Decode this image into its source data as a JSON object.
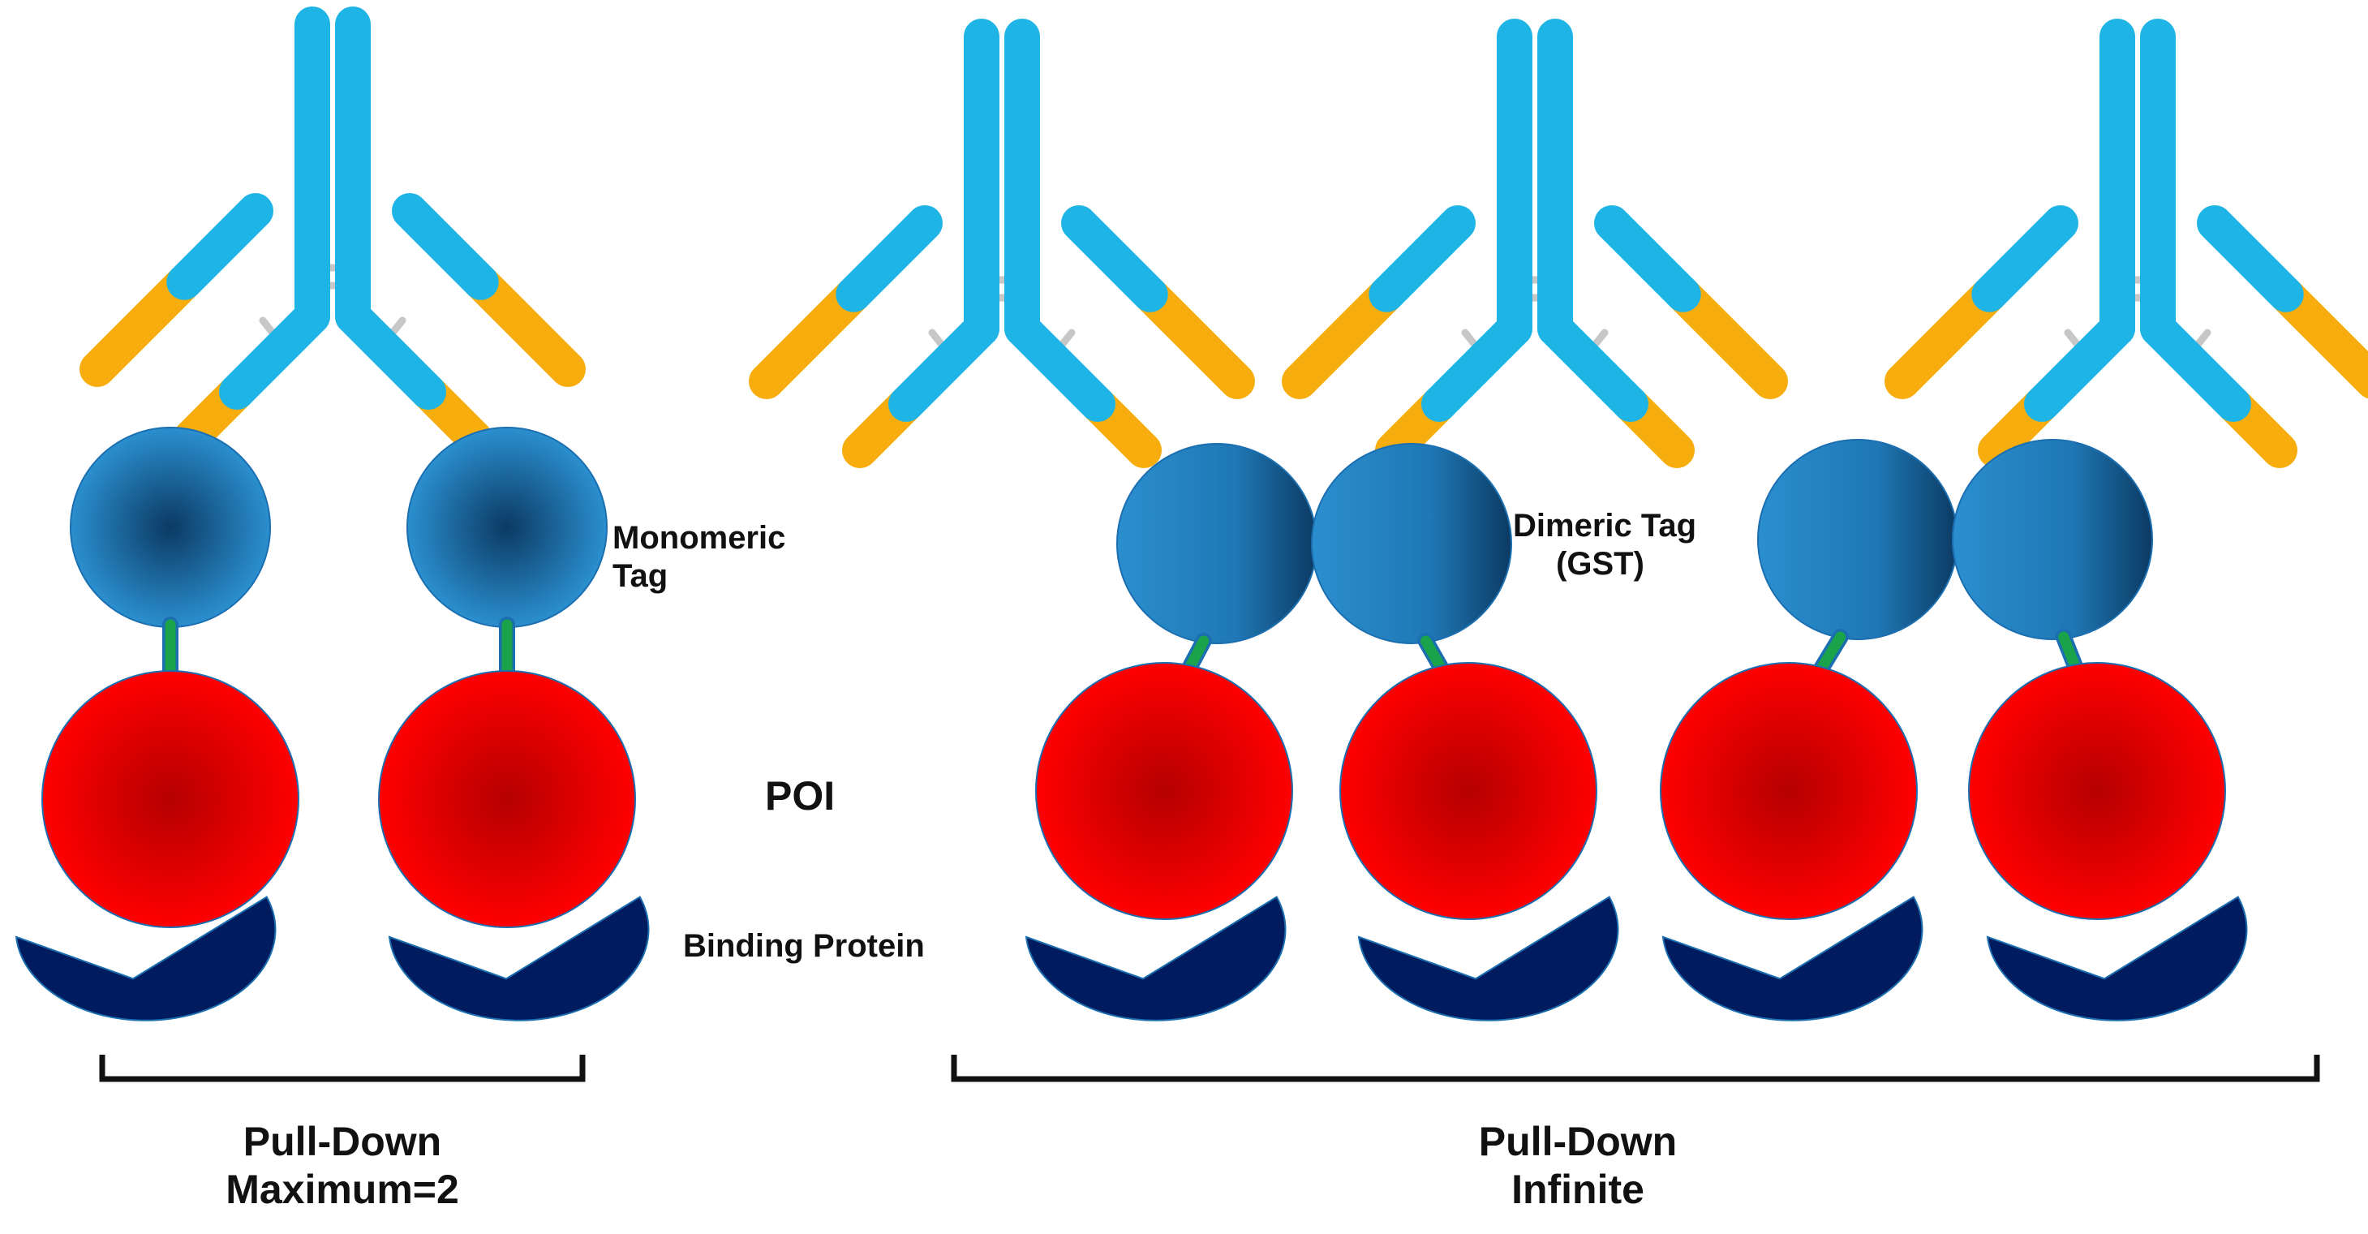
{
  "colors": {
    "antibody_heavy": "#1fb4e6",
    "antibody_light": "#f7ad0e",
    "disulfide": "#c7c7c7",
    "tag_light": "#2b8fcf",
    "tag_dark": "#0b3a63",
    "linker": "#1aa34a",
    "poi_center": "#b50000",
    "poi_edge": "#ff0000",
    "binding_protein": "#001b5e",
    "outline": "#1b6fb0",
    "bracket": "#111111"
  },
  "labels": {
    "monomeric_tag": [
      "Monomeric",
      "Tag"
    ],
    "dimeric_tag": [
      "Dimeric Tag",
      "(GST)"
    ],
    "poi": "POI",
    "binding_protein": "Binding Protein",
    "pulldown_left": [
      "Pull-Down",
      "Maximum=2"
    ],
    "pulldown_right": [
      "Pull-Down",
      "Infinite"
    ]
  },
  "panels": [
    {
      "name": "monomeric",
      "antibodies": 1,
      "units": 2
    },
    {
      "name": "dimeric",
      "antibodies": 3,
      "units": 4
    }
  ]
}
